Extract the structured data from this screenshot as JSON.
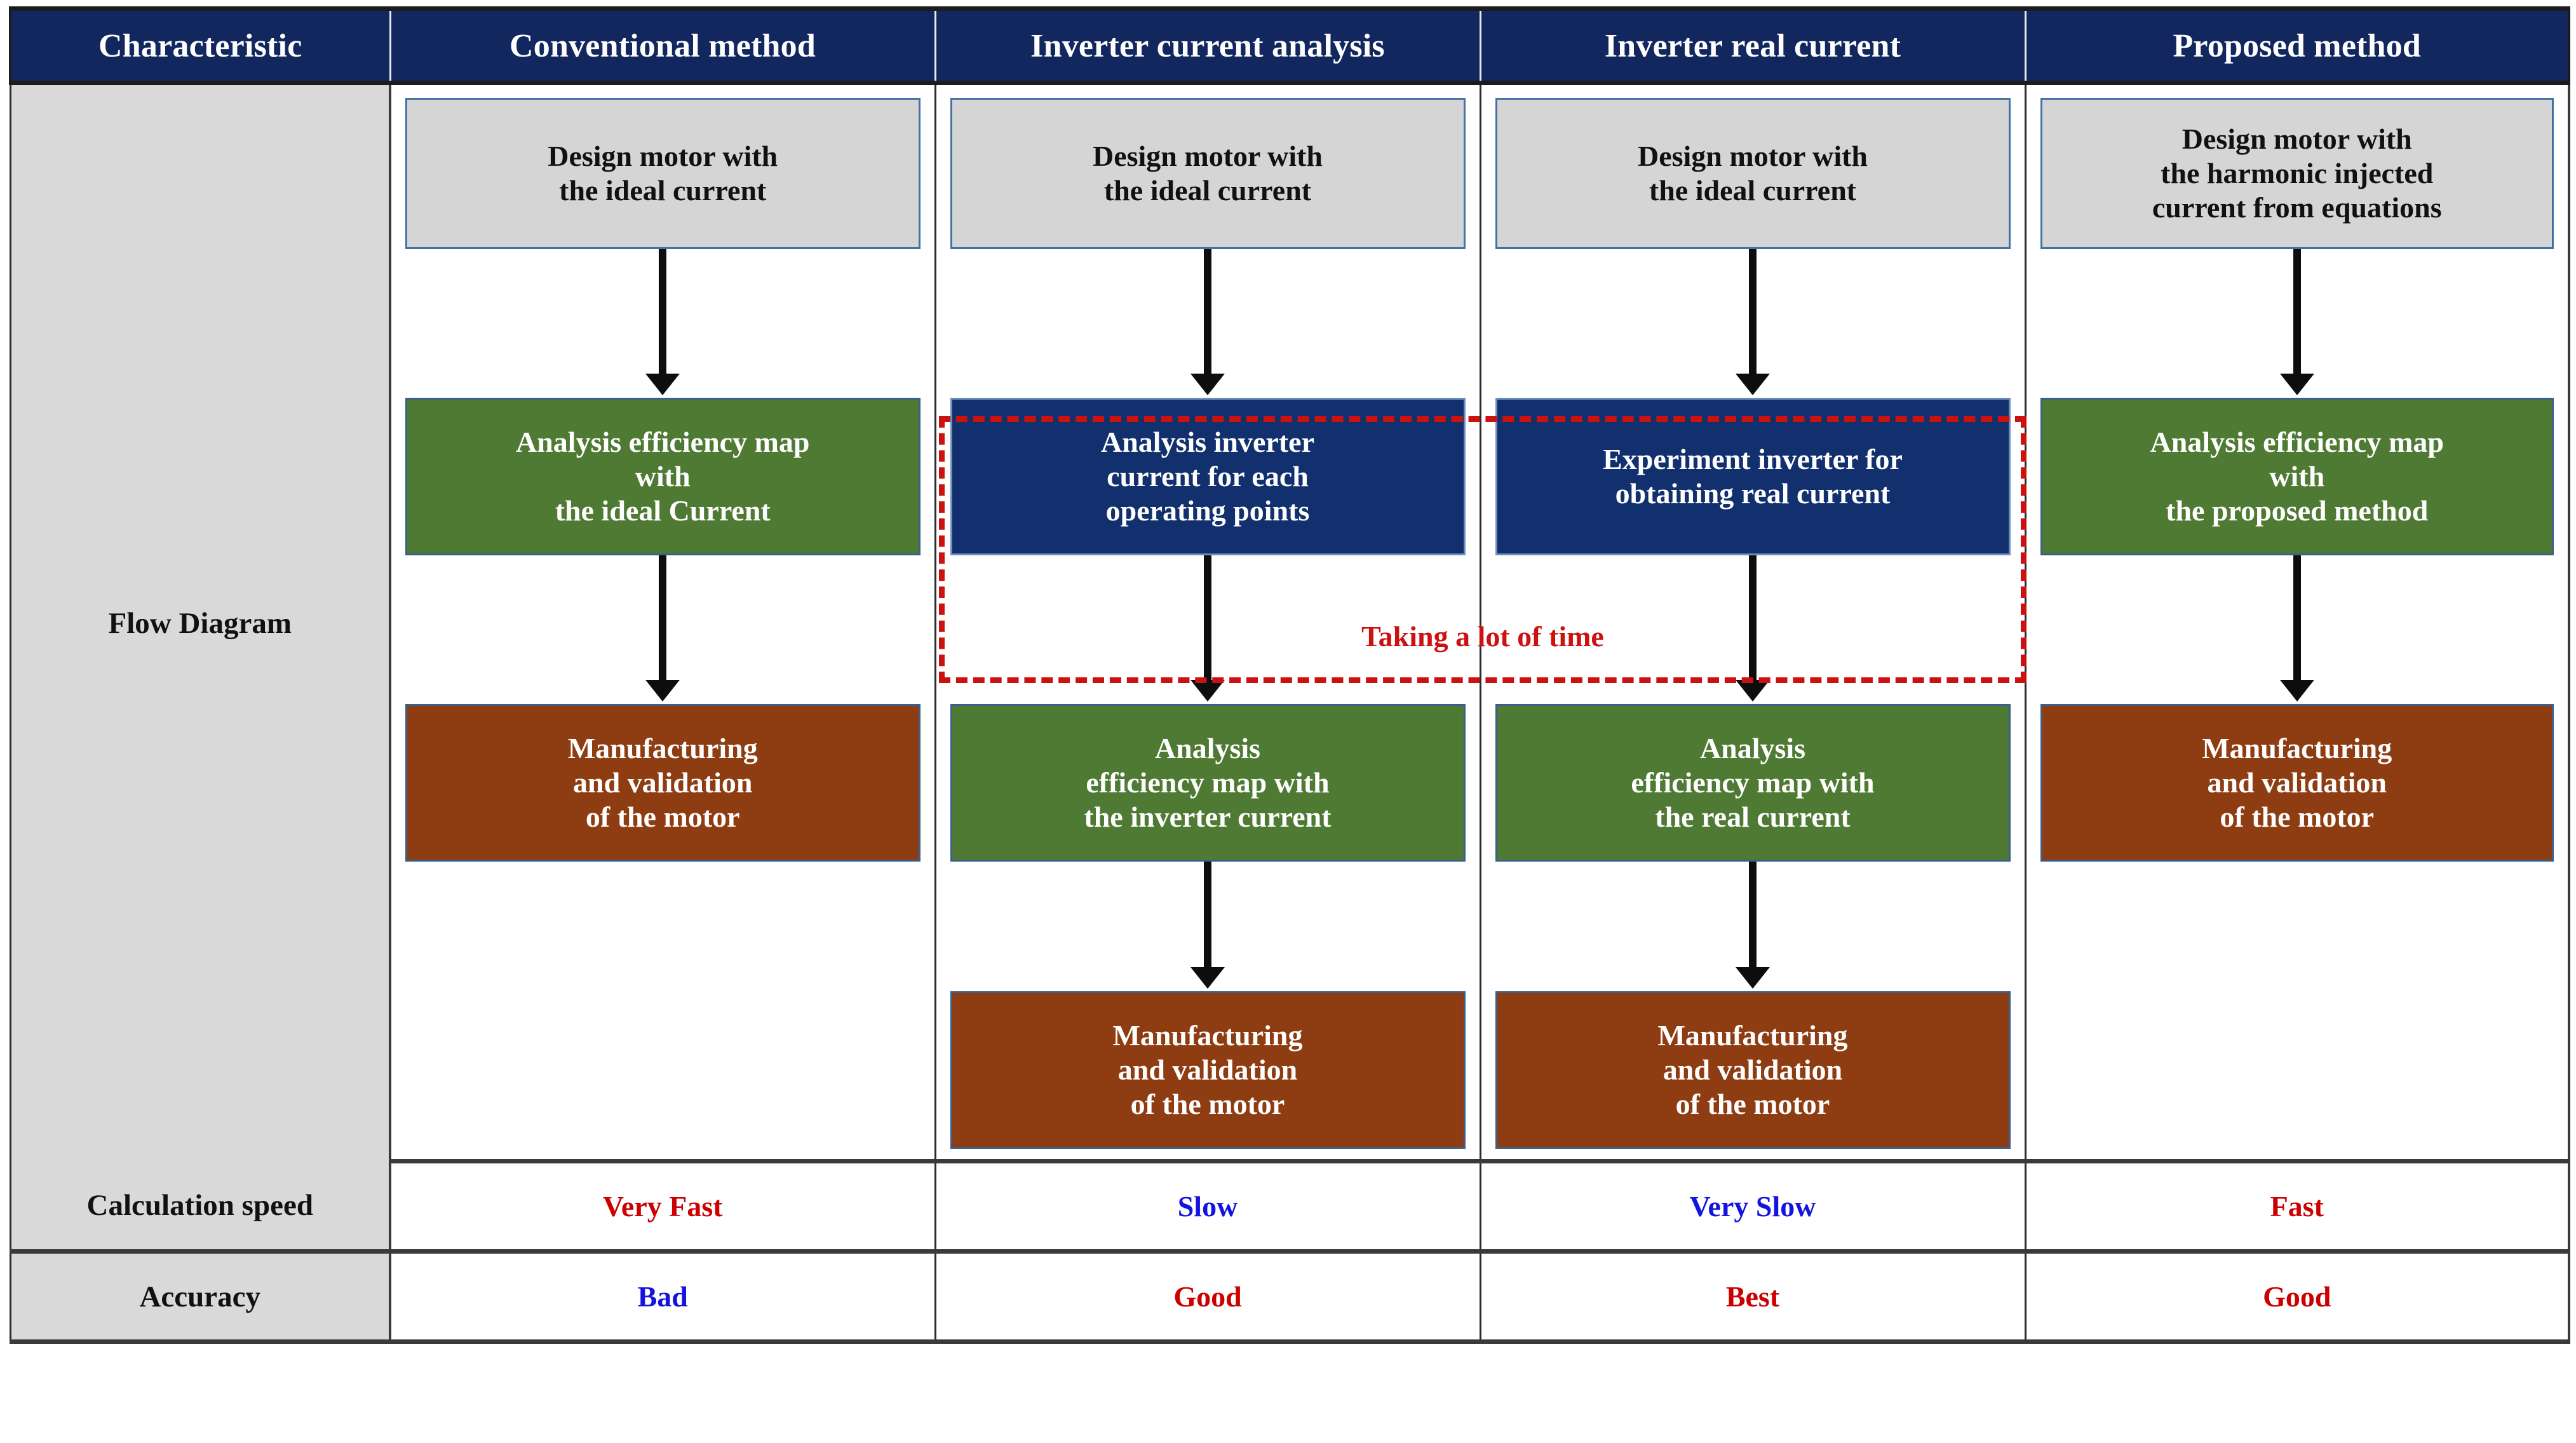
{
  "table": {
    "headers": [
      "Characteristic",
      "Conventional method",
      "Inverter current analysis",
      "Inverter real current",
      "Proposed method"
    ],
    "row_labels": {
      "flow": "Flow Diagram",
      "calculation_speed": "Calculation speed",
      "accuracy": "Accuracy"
    }
  },
  "colors": {
    "header_bg": "#12275e",
    "label_bg": "#d9d9d9",
    "grey_node": "#d5d5d5",
    "green_node": "#4e7a33",
    "brown_node": "#8e3d12",
    "navy_node": "#12306e",
    "node_border": "#4472a8",
    "highlight_red": "#cc1111",
    "good_red": "#cc0000",
    "bad_blue": "#1414e0",
    "arrow": "#0d0d0d"
  },
  "flow": {
    "conventional": {
      "n1": "Design motor with\nthe ideal current",
      "n2": "Analysis efficiency map\nwith\nthe ideal Current",
      "n3": "Manufacturing\nand validation\nof the motor"
    },
    "inverter_current_analysis": {
      "n1": "Design motor with\nthe ideal current",
      "n2": "Analysis inverter\ncurrent for each\noperating points",
      "n3": "Analysis\nefficiency map with\nthe inverter current",
      "n4": "Manufacturing\nand validation\nof the motor"
    },
    "inverter_real_current": {
      "n1": "Design motor with\nthe ideal current",
      "n2": "Experiment inverter for\nobtaining real current",
      "n3": "Analysis\nefficiency map with\nthe real current",
      "n4": "Manufacturing\nand validation\nof the motor"
    },
    "proposed": {
      "n1": "Design motor with\nthe harmonic injected\ncurrent from equations",
      "n2": "Analysis efficiency map\nwith\nthe proposed method",
      "n3": "Manufacturing\nand validation\nof the motor"
    },
    "annotation": "Taking a lot of time"
  },
  "metrics": {
    "calculation_speed": {
      "conventional": "Very Fast",
      "inverter_current_analysis": "Slow",
      "inverter_real_current": "Very Slow",
      "proposed": "Fast"
    },
    "accuracy": {
      "conventional": "Bad",
      "inverter_current_analysis": "Good",
      "inverter_real_current": "Best",
      "proposed": "Good"
    }
  }
}
